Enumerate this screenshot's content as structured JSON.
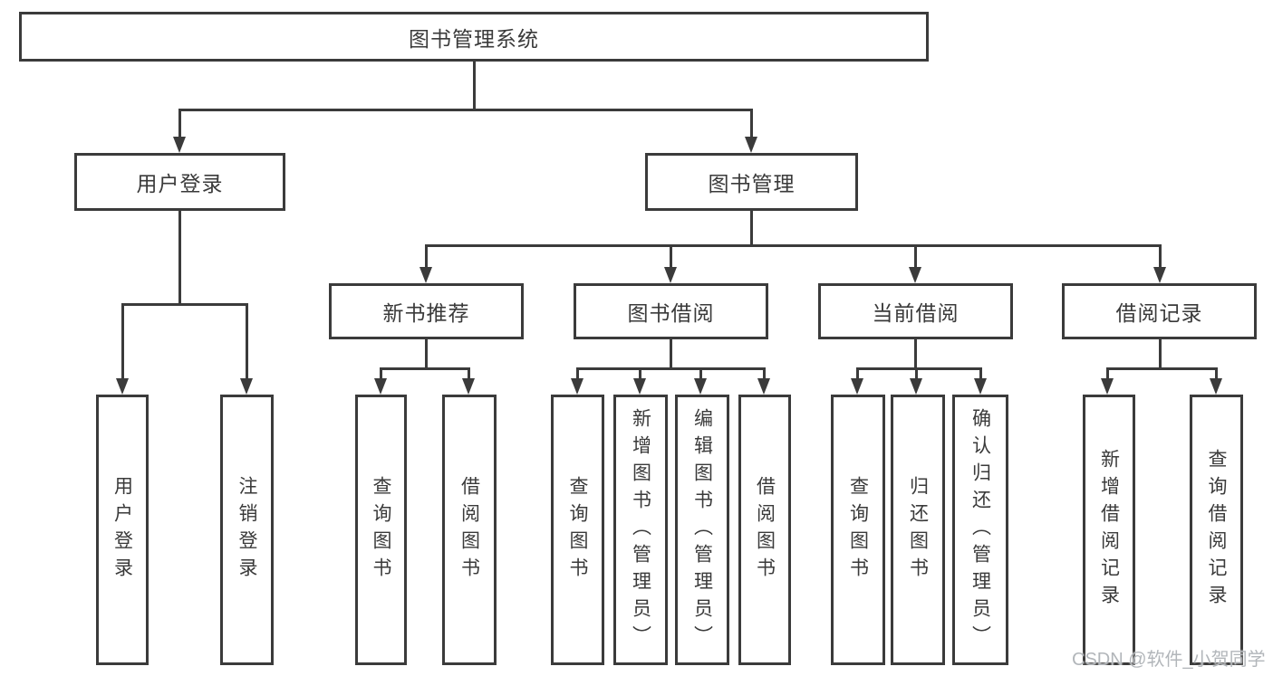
{
  "diagram": {
    "root_label": "图书管理系统",
    "user_login": {
      "label": "用户登录",
      "children": [
        {
          "label": "用户登录"
        },
        {
          "label": "注销登录"
        }
      ]
    },
    "book_mgmt": {
      "label": "图书管理",
      "sections": [
        {
          "label": "新书推荐",
          "children": [
            {
              "label": "查询图书"
            },
            {
              "label": "借阅图书"
            }
          ]
        },
        {
          "label": "图书借阅",
          "children": [
            {
              "label": "查询图书"
            },
            {
              "label": "新增图书（管理员）"
            },
            {
              "label": "编辑图书（管理员）"
            },
            {
              "label": "借阅图书"
            }
          ]
        },
        {
          "label": "当前借阅",
          "children": [
            {
              "label": "查询图书"
            },
            {
              "label": "归还图书"
            },
            {
              "label": "确认归还（管理员）"
            }
          ]
        },
        {
          "label": "借阅记录",
          "children": [
            {
              "label": "新增借阅记录"
            },
            {
              "label": "查询借阅记录"
            }
          ]
        }
      ]
    }
  },
  "watermark": {
    "text": "CSDN @软件_小贺同学"
  },
  "colors": {
    "line": "#3b3b3b",
    "text": "#3a3a3a",
    "watermark": "#b2b6ba"
  }
}
